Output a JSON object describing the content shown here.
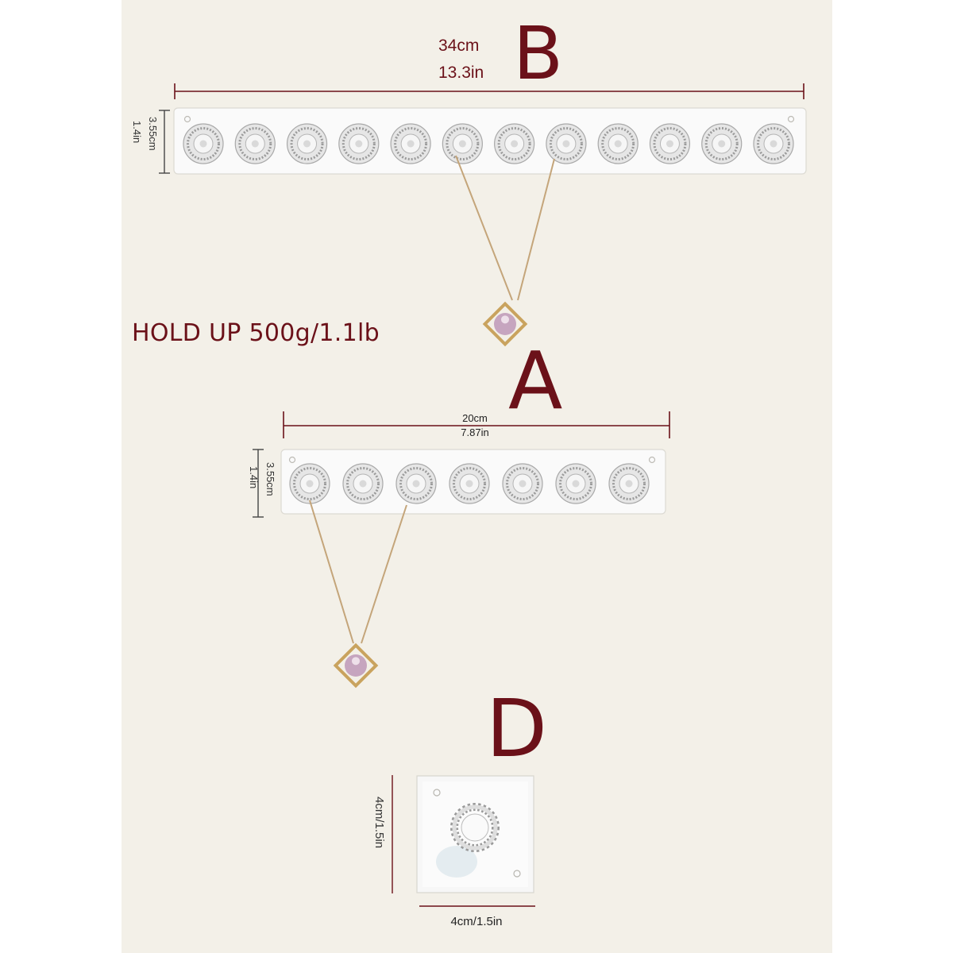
{
  "labels": {
    "b_letter": "B",
    "a_letter": "A",
    "d_letter": "D",
    "hold": "HOLD UP 500g/1.1lb"
  },
  "product_b": {
    "width_cm": "34cm",
    "width_in": "13.3in",
    "height_cm": "3.55cm",
    "height_in": "1.4in",
    "knob_count": 12
  },
  "product_a": {
    "width_cm": "20cm",
    "width_in": "7.87in",
    "height_cm": "3.55cm",
    "height_in": "1.4in",
    "knob_count": 7
  },
  "product_d": {
    "height_label": "4cm/1.5in",
    "width_label": "4cm/1.5in"
  },
  "colors": {
    "accent": "#6b1119",
    "background": "#f3f0e8",
    "acrylic": "#fafafa"
  }
}
